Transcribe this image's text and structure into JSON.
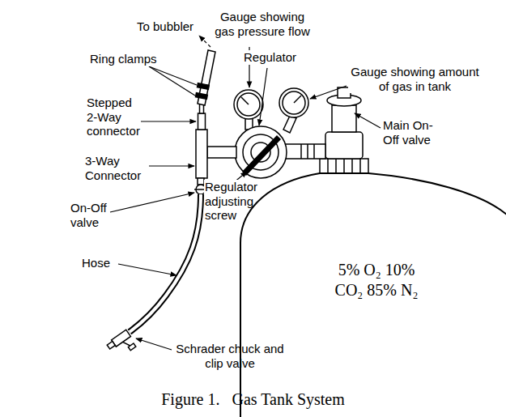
{
  "diagram": {
    "caption": "Figure 1.   Gas Tank System",
    "nodes": [
      {
        "text": [
          "5% O₂ 10% CO₂ 85% N₂"
        ]
      }
    ],
    "labels": [
      "To bubbler",
      "Gauge showing gas pressure flow",
      "Regulator",
      "Ring clamps",
      "Gauge showing amount of gas in tank",
      "Stepped 2-Way connector",
      "Main On-Off valve",
      "3-Way Connector",
      "Regulator adjusting screw",
      "On-Off valve",
      "Hose",
      "Schrader chuck and clip valve"
    ]
  }
}
